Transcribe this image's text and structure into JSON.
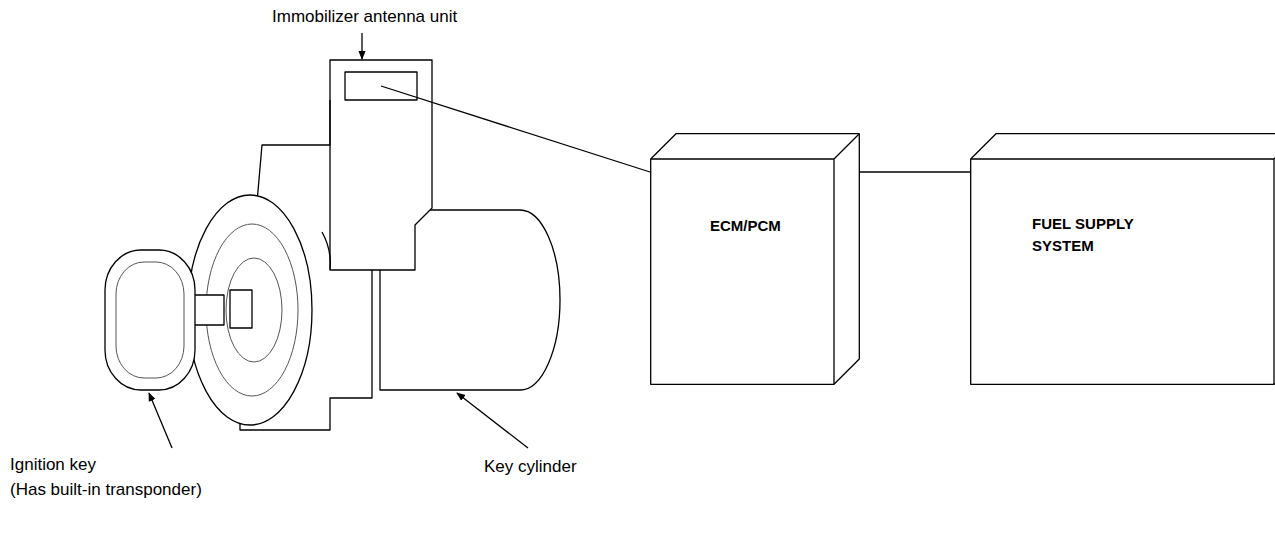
{
  "diagram": {
    "nodes": [
      {
        "text": [
          "ECM/PCM"
        ]
      },
      {
        "text": [
          "FUEL SUPPLY SYSTEM"
        ]
      }
    ],
    "edges": [
      {
        "from": 0,
        "to": 1,
        "arrow": "none"
      }
    ],
    "labels": [
      "Immobilizer antenna unit",
      "Ignition key (Has built-in transponder)",
      "Key cylinder"
    ]
  }
}
